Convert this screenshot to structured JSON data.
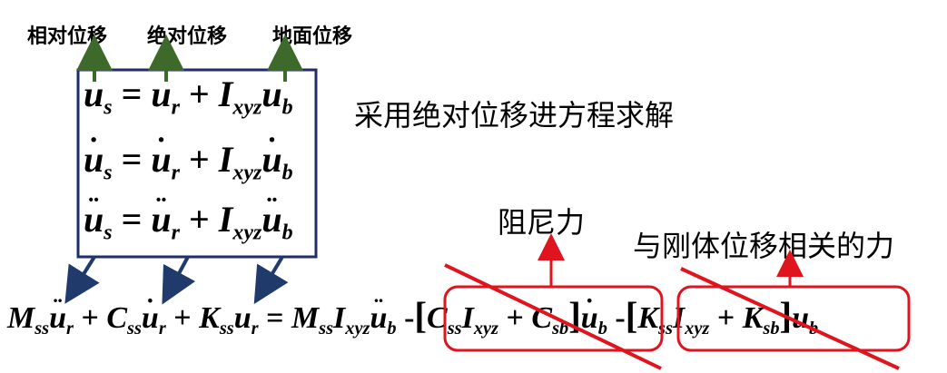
{
  "labels": {
    "relative": "相对位移",
    "absolute": "绝对位移",
    "ground": "地面位移",
    "heading": "采用绝对位移进方程求解",
    "damping": "阻尼力",
    "rigid": "与刚体位移相关的力"
  },
  "colors": {
    "box_border": "#1f2d6b",
    "green_arrow": "#3d6a2a",
    "blue_arrow": "#1f3a6b",
    "red": "#e0141e"
  }
}
